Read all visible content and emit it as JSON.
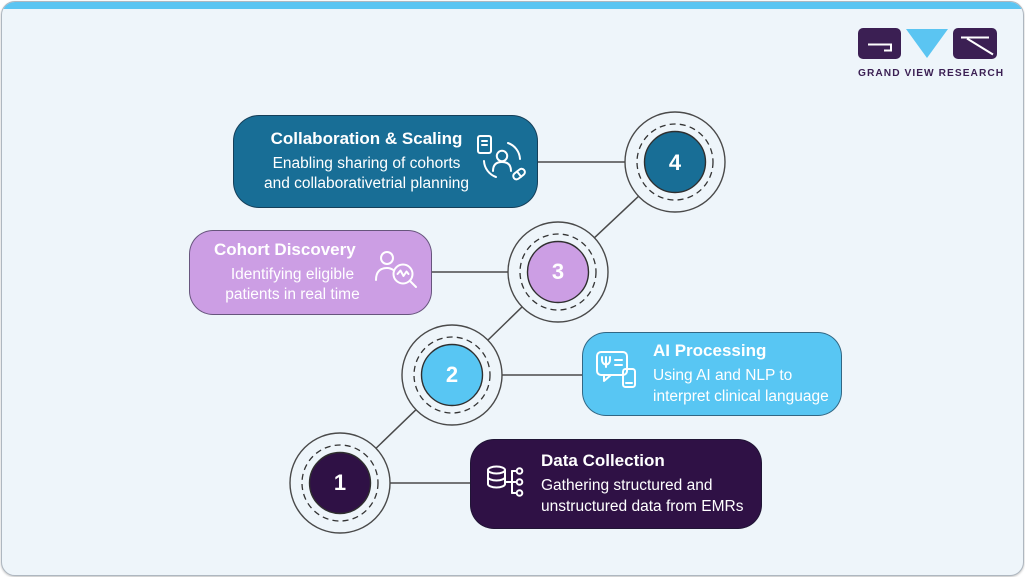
{
  "brand": {
    "name": "GRAND VIEW RESEARCH",
    "logo_purple": "#3b1f53",
    "logo_blue": "#5bc5f2"
  },
  "palette": {
    "card_background": "#eef5fa",
    "top_bar": "#5bc5f2",
    "connector_line": "#4a4a4a",
    "box_text": "#ffffff"
  },
  "steps": [
    {
      "number": "1",
      "title": "Data Collection",
      "description": "Gathering structured and\nunstructured data from EMRs",
      "color": "#2f1145",
      "icon": "database-branch-icon"
    },
    {
      "number": "2",
      "title": "AI Processing",
      "description": "Using AI and NLP to\ninterpret clinical language",
      "color": "#58c6f3",
      "icon": "ai-chat-icon"
    },
    {
      "number": "3",
      "title": "Cohort Discovery",
      "description": "Identifying eligible\npatients in real time",
      "color": "#cc9ee4",
      "icon": "person-search-icon"
    },
    {
      "number": "4",
      "title": "Collaboration & Scaling",
      "description": "Enabling sharing of cohorts\nand collaborativetrial planning",
      "color": "#186e96",
      "icon": "collaboration-icon"
    }
  ]
}
